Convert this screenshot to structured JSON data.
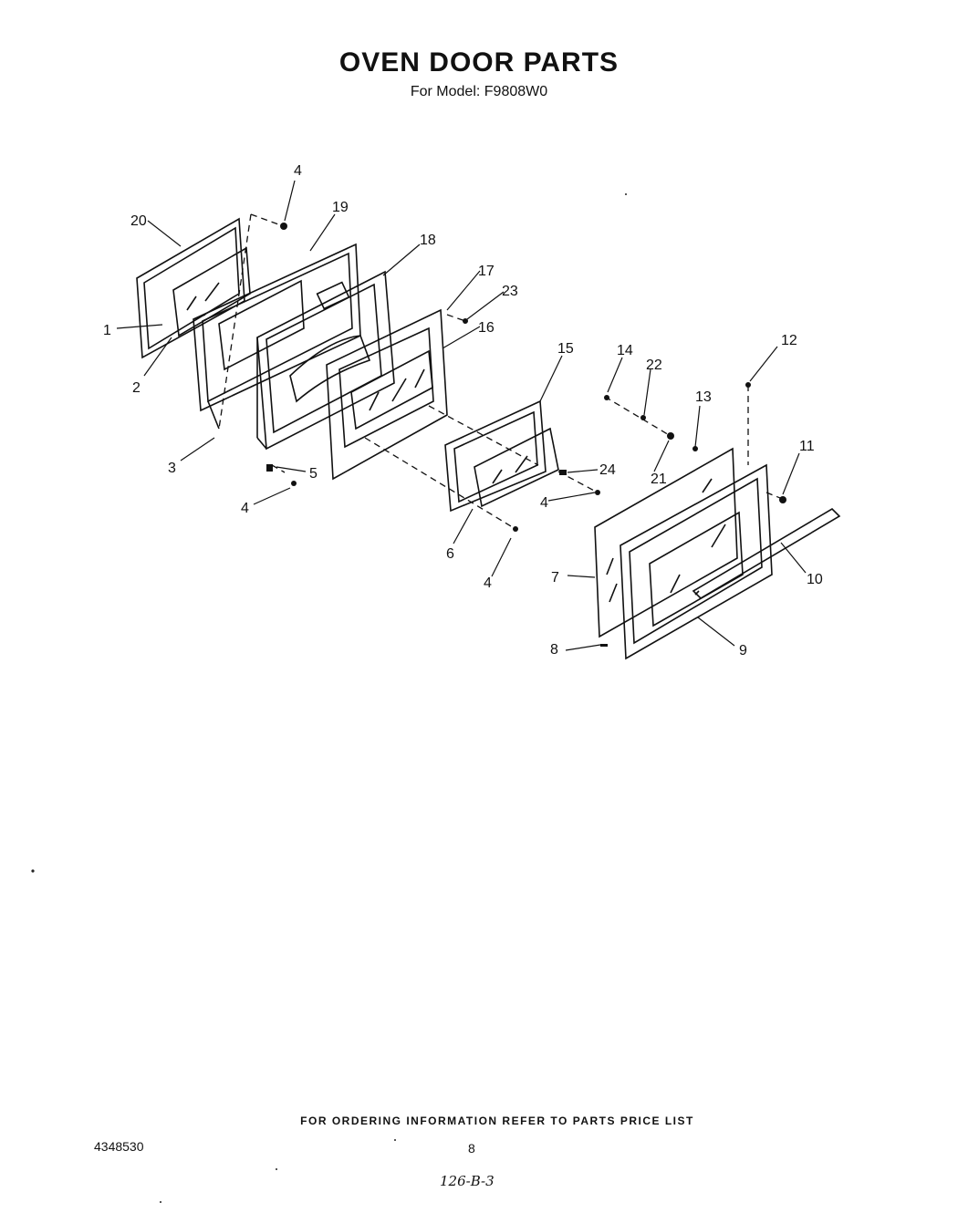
{
  "header": {
    "title": "OVEN DOOR PARTS",
    "subtitle": "For Model: F9808W0"
  },
  "callouts": {
    "c1": "1",
    "c2": "2",
    "c3": "3",
    "c4a": "4",
    "c4b": "4",
    "c4c": "4",
    "c4d": "4",
    "c5": "5",
    "c6": "6",
    "c7": "7",
    "c8": "8",
    "c9": "9",
    "c10": "10",
    "c11": "11",
    "c12": "12",
    "c13": "13",
    "c14": "14",
    "c15": "15",
    "c16": "16",
    "c17": "17",
    "c18": "18",
    "c19": "19",
    "c20": "20",
    "c21": "21",
    "c22": "22",
    "c23": "23",
    "c24": "24"
  },
  "footer": {
    "ordering_note": "FOR ORDERING INFORMATION REFER TO PARTS PRICE LIST",
    "doc_number": "4348530",
    "page_number": "8",
    "handwritten_note": "126-B-3"
  }
}
